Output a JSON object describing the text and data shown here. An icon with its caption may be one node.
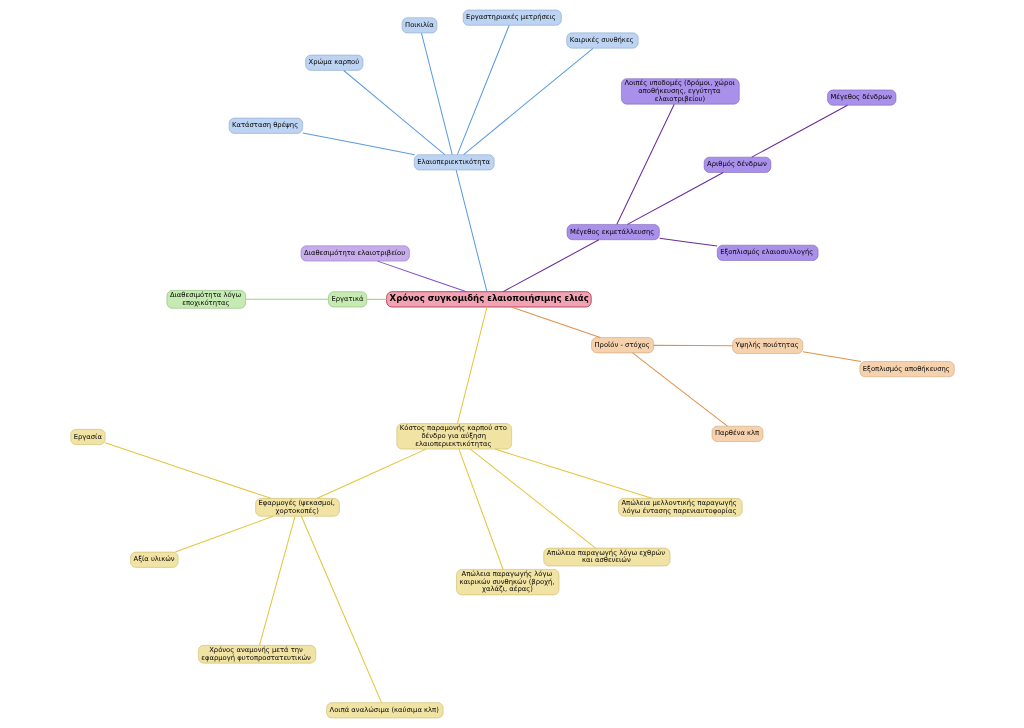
{
  "diagram": {
    "nodes": [
      {
        "text": [
          "Χρόνος συγκομιδής ελαιοποιήσιμης ελιάς"
        ]
      },
      {
        "text": [
          "Ελαιοπεριεκτικότητα"
        ]
      },
      {
        "text": [
          "Κατάσταση θρέψης"
        ]
      },
      {
        "text": [
          "Χρώμα καρπού"
        ]
      },
      {
        "text": [
          "Ποικιλία"
        ]
      },
      {
        "text": [
          "Εργαστηριακές μετρήσεις"
        ]
      },
      {
        "text": [
          "Καιρικές συνθήκες"
        ]
      },
      {
        "text": [
          "Μέγεθος εκμετάλλευσης"
        ]
      },
      {
        "text": [
          "Λοιπές υποδομές (δρόμοι, χώροι αποθήκευσης, εγγύτητα ελαιοτριβείου)"
        ]
      },
      {
        "text": [
          "Αριθμός δένδρων"
        ]
      },
      {
        "text": [
          "Μέγεθος δένδρων"
        ]
      },
      {
        "text": [
          "Εξοπλισμός ελαιοσυλλογής"
        ]
      },
      {
        "text": [
          "Διαθεσιμότητα ελαιοτριβείου"
        ]
      },
      {
        "text": [
          "Προϊόν - στόχος"
        ]
      },
      {
        "text": [
          "Υψηλής ποιότητας"
        ]
      },
      {
        "text": [
          "Εξοπλισμός αποθήκευσης"
        ]
      },
      {
        "text": [
          "Παρθένα κλπ"
        ]
      },
      {
        "text": [
          "Εργατικά"
        ]
      },
      {
        "text": [
          "Διαθεσιμότητα λόγω εποχικότητας"
        ]
      },
      {
        "text": [
          "Κόστος παραμονής καρπού στο δένδρο για αύξηση ελαιοπεριεκτικότητας"
        ]
      },
      {
        "text": [
          "Απώλεια μελλοντικής παραγωγής λόγω έντασης παρενιαυτοφορίας"
        ]
      },
      {
        "text": [
          "Απώλεια παραγωγής λόγω εχθρών και ασθενειών"
        ]
      },
      {
        "text": [
          "Απώλεια παραγωγής λόγω καιρικών συνθηκών (βροχή, χαλάζι, αέρας)"
        ]
      },
      {
        "text": [
          "Εφαρμογές (ψεκασμοί, χορτοκοπές)"
        ]
      },
      {
        "text": [
          "Εργασία"
        ]
      },
      {
        "text": [
          "Αξία υλικών"
        ]
      },
      {
        "text": [
          "Χρόνος αναμονής μετά την εφαρμογή φυτοπροστατευτικών"
        ]
      },
      {
        "text": [
          "Λοιπά αναλώσιμα (καύσιμα κλπ)"
        ]
      }
    ],
    "edges": [
      {
        "from": 0,
        "to": 1,
        "arrow": "none",
        "color": "#5b9be0"
      },
      {
        "from": 1,
        "to": 2,
        "arrow": "none",
        "color": "#5b9be0"
      },
      {
        "from": 1,
        "to": 3,
        "arrow": "none",
        "color": "#5b9be0"
      },
      {
        "from": 1,
        "to": 4,
        "arrow": "none",
        "color": "#5b9be0"
      },
      {
        "from": 1,
        "to": 5,
        "arrow": "none",
        "color": "#5b9be0"
      },
      {
        "from": 1,
        "to": 6,
        "arrow": "none",
        "color": "#5b9be0"
      },
      {
        "from": 0,
        "to": 7,
        "arrow": "none",
        "color": "#6a2a9a"
      },
      {
        "from": 7,
        "to": 8,
        "arrow": "none",
        "color": "#6a2a9a"
      },
      {
        "from": 7,
        "to": 9,
        "arrow": "none",
        "color": "#6a2a9a"
      },
      {
        "from": 9,
        "to": 10,
        "arrow": "none",
        "color": "#6a2a9a"
      },
      {
        "from": 7,
        "to": 11,
        "arrow": "none",
        "color": "#6a2a9a"
      },
      {
        "from": 0,
        "to": 12,
        "arrow": "none",
        "color": "#8050c8"
      },
      {
        "from": 0,
        "to": 13,
        "arrow": "none",
        "color": "#e0914a"
      },
      {
        "from": 13,
        "to": 14,
        "arrow": "none",
        "color": "#e0914a"
      },
      {
        "from": 14,
        "to": 15,
        "arrow": "none",
        "color": "#e0914a"
      },
      {
        "from": 13,
        "to": 16,
        "arrow": "none",
        "color": "#e0914a"
      },
      {
        "from": 0,
        "to": 17,
        "arrow": "none",
        "color": "#92d872"
      },
      {
        "from": 17,
        "to": 18,
        "arrow": "none",
        "color": "#92d872"
      },
      {
        "from": 0,
        "to": 19,
        "arrow": "none"
      },
      {
        "from": 19,
        "to": 20,
        "arrow": "none"
      },
      {
        "from": 19,
        "to": 21,
        "arrow": "none"
      },
      {
        "from": 19,
        "to": 22,
        "arrow": "none"
      },
      {
        "from": 19,
        "to": 23,
        "arrow": "none"
      },
      {
        "from": 23,
        "to": 24,
        "arrow": "none"
      },
      {
        "from": 23,
        "to": 25,
        "arrow": "none"
      },
      {
        "from": 23,
        "to": 26,
        "arrow": "none"
      },
      {
        "from": 23,
        "to": 27,
        "arrow": "none"
      }
    ]
  }
}
